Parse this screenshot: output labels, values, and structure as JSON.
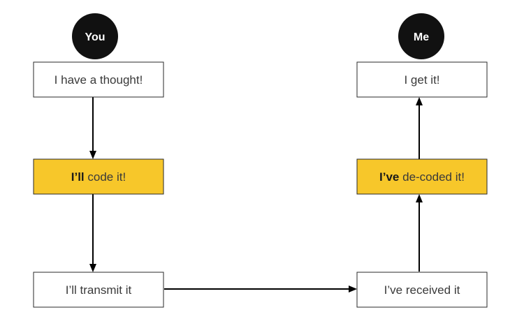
{
  "actors": {
    "sender": {
      "label": "You"
    },
    "receiver": {
      "label": "Me"
    }
  },
  "nodes": {
    "thought": {
      "text": "I have a thought!"
    },
    "encode": {
      "bold": "I’ll",
      "text": " code it!"
    },
    "transmit": {
      "text": "I’ll transmit it"
    },
    "receive": {
      "text": "I’ve received it"
    },
    "decode": {
      "bold": "I’ve",
      "text": " de-coded it!"
    },
    "understand": {
      "text": "I get it!"
    }
  },
  "colors": {
    "accent": "#f7c72a",
    "actor_fill": "#111111",
    "edge": "#000000"
  }
}
